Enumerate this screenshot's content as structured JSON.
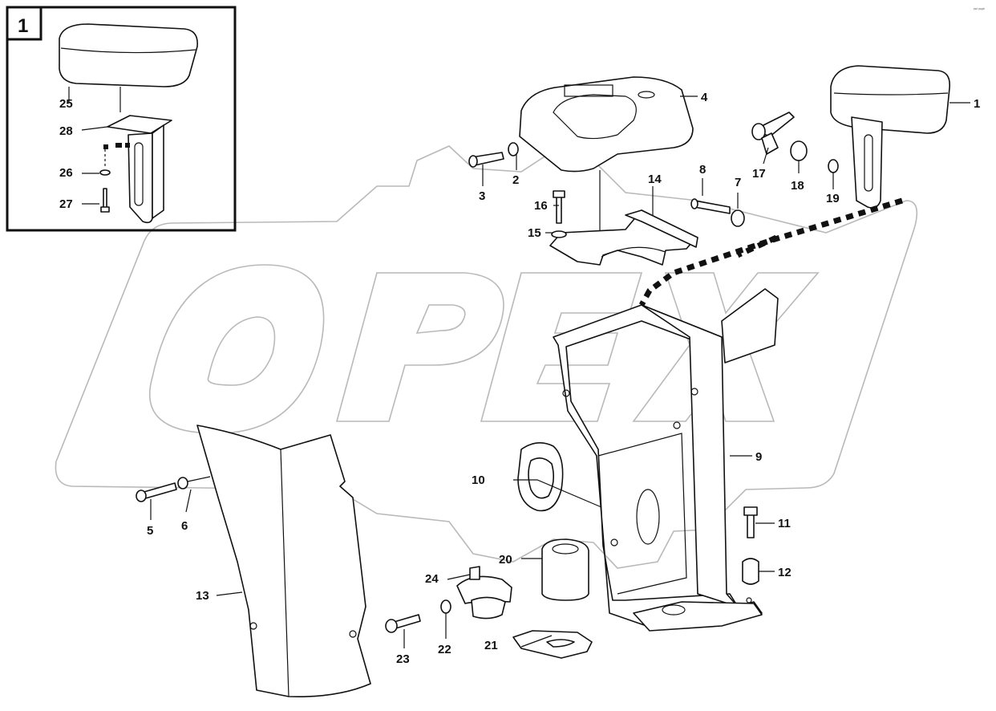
{
  "diagram": {
    "inset_label": "1",
    "code": "ᵖᵉᵗ ᵖᵉᵍᵇ",
    "watermark_text": "OPEX",
    "callouts": {
      "c1": "1",
      "c2": "2",
      "c3": "3",
      "c4": "4",
      "c5": "5",
      "c6": "6",
      "c7": "7",
      "c8": "8",
      "c9": "9",
      "c10": "10",
      "c11": "11",
      "c12": "12",
      "c13": "13",
      "c14": "14",
      "c15": "15",
      "c16": "16",
      "c17": "17",
      "c18": "18",
      "c19": "19",
      "c20": "20",
      "c21": "21",
      "c22": "22",
      "c23": "23",
      "c24": "24",
      "c25": "25",
      "c26": "26",
      "c27": "27",
      "c28": "28"
    }
  }
}
